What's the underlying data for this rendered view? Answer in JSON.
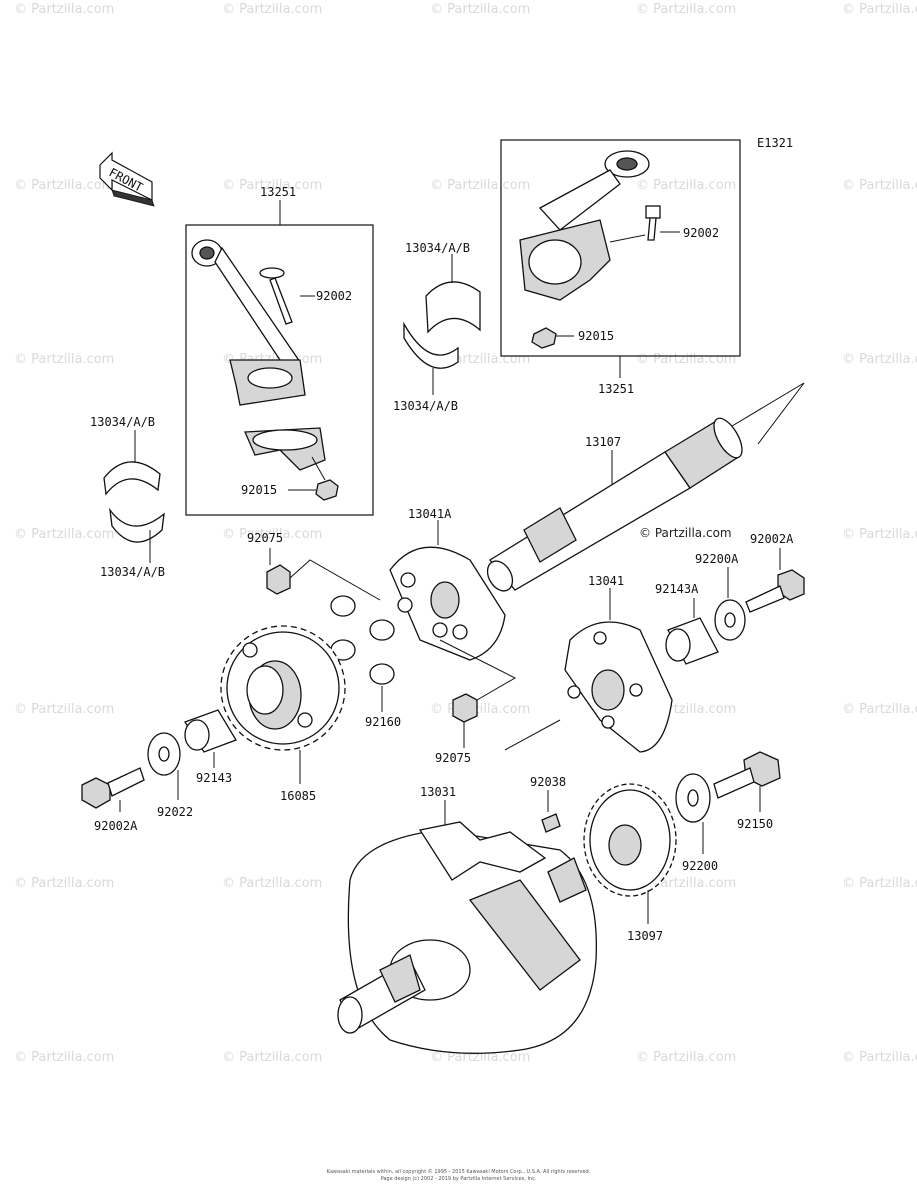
{
  "diagram_code": "E1321",
  "front_label": "FRONT",
  "watermark_text": "© Partzilla.com",
  "copyright_line1": "Kawasaki materials within, all copyright © 1995 - 2015 Kawasaki Motors Corp., U.S.A. All rights reserved.",
  "copyright_line2": "Page design (c) 2002 - 2019 by Partzilla Internet Services, Inc.",
  "inline_mark": "© Partzilla.com",
  "part_labels": {
    "rod_assy_left": "13251",
    "rod_assy_right": "13251",
    "bolt_rod_left": "92002",
    "bolt_rod_right": "92002",
    "nut_rod_left": "92015",
    "nut_rod_right": "92015",
    "bearing_top_upper": "13034/A/B",
    "bearing_top_lower": "13034/A/B",
    "bearing_left_upper": "13034/A/B",
    "bearing_left_lower": "13034/A/B",
    "shaft": "13107",
    "balancer_weight_a": "13041A",
    "balancer_weight": "13041",
    "bolt_right": "92002A",
    "washer_right": "92200A",
    "collar_right": "92143A",
    "damper_upper": "92075",
    "damper_lower": "92075",
    "damper_rubber": "92160",
    "gear_sprocket": "16085",
    "collar_left": "92143",
    "washer_left": "92022",
    "bolt_left": "92002A",
    "crankshaft": "13031",
    "key": "92038",
    "crank_gear": "13097",
    "washer_crank": "92200",
    "bolt_crank": "92150"
  }
}
